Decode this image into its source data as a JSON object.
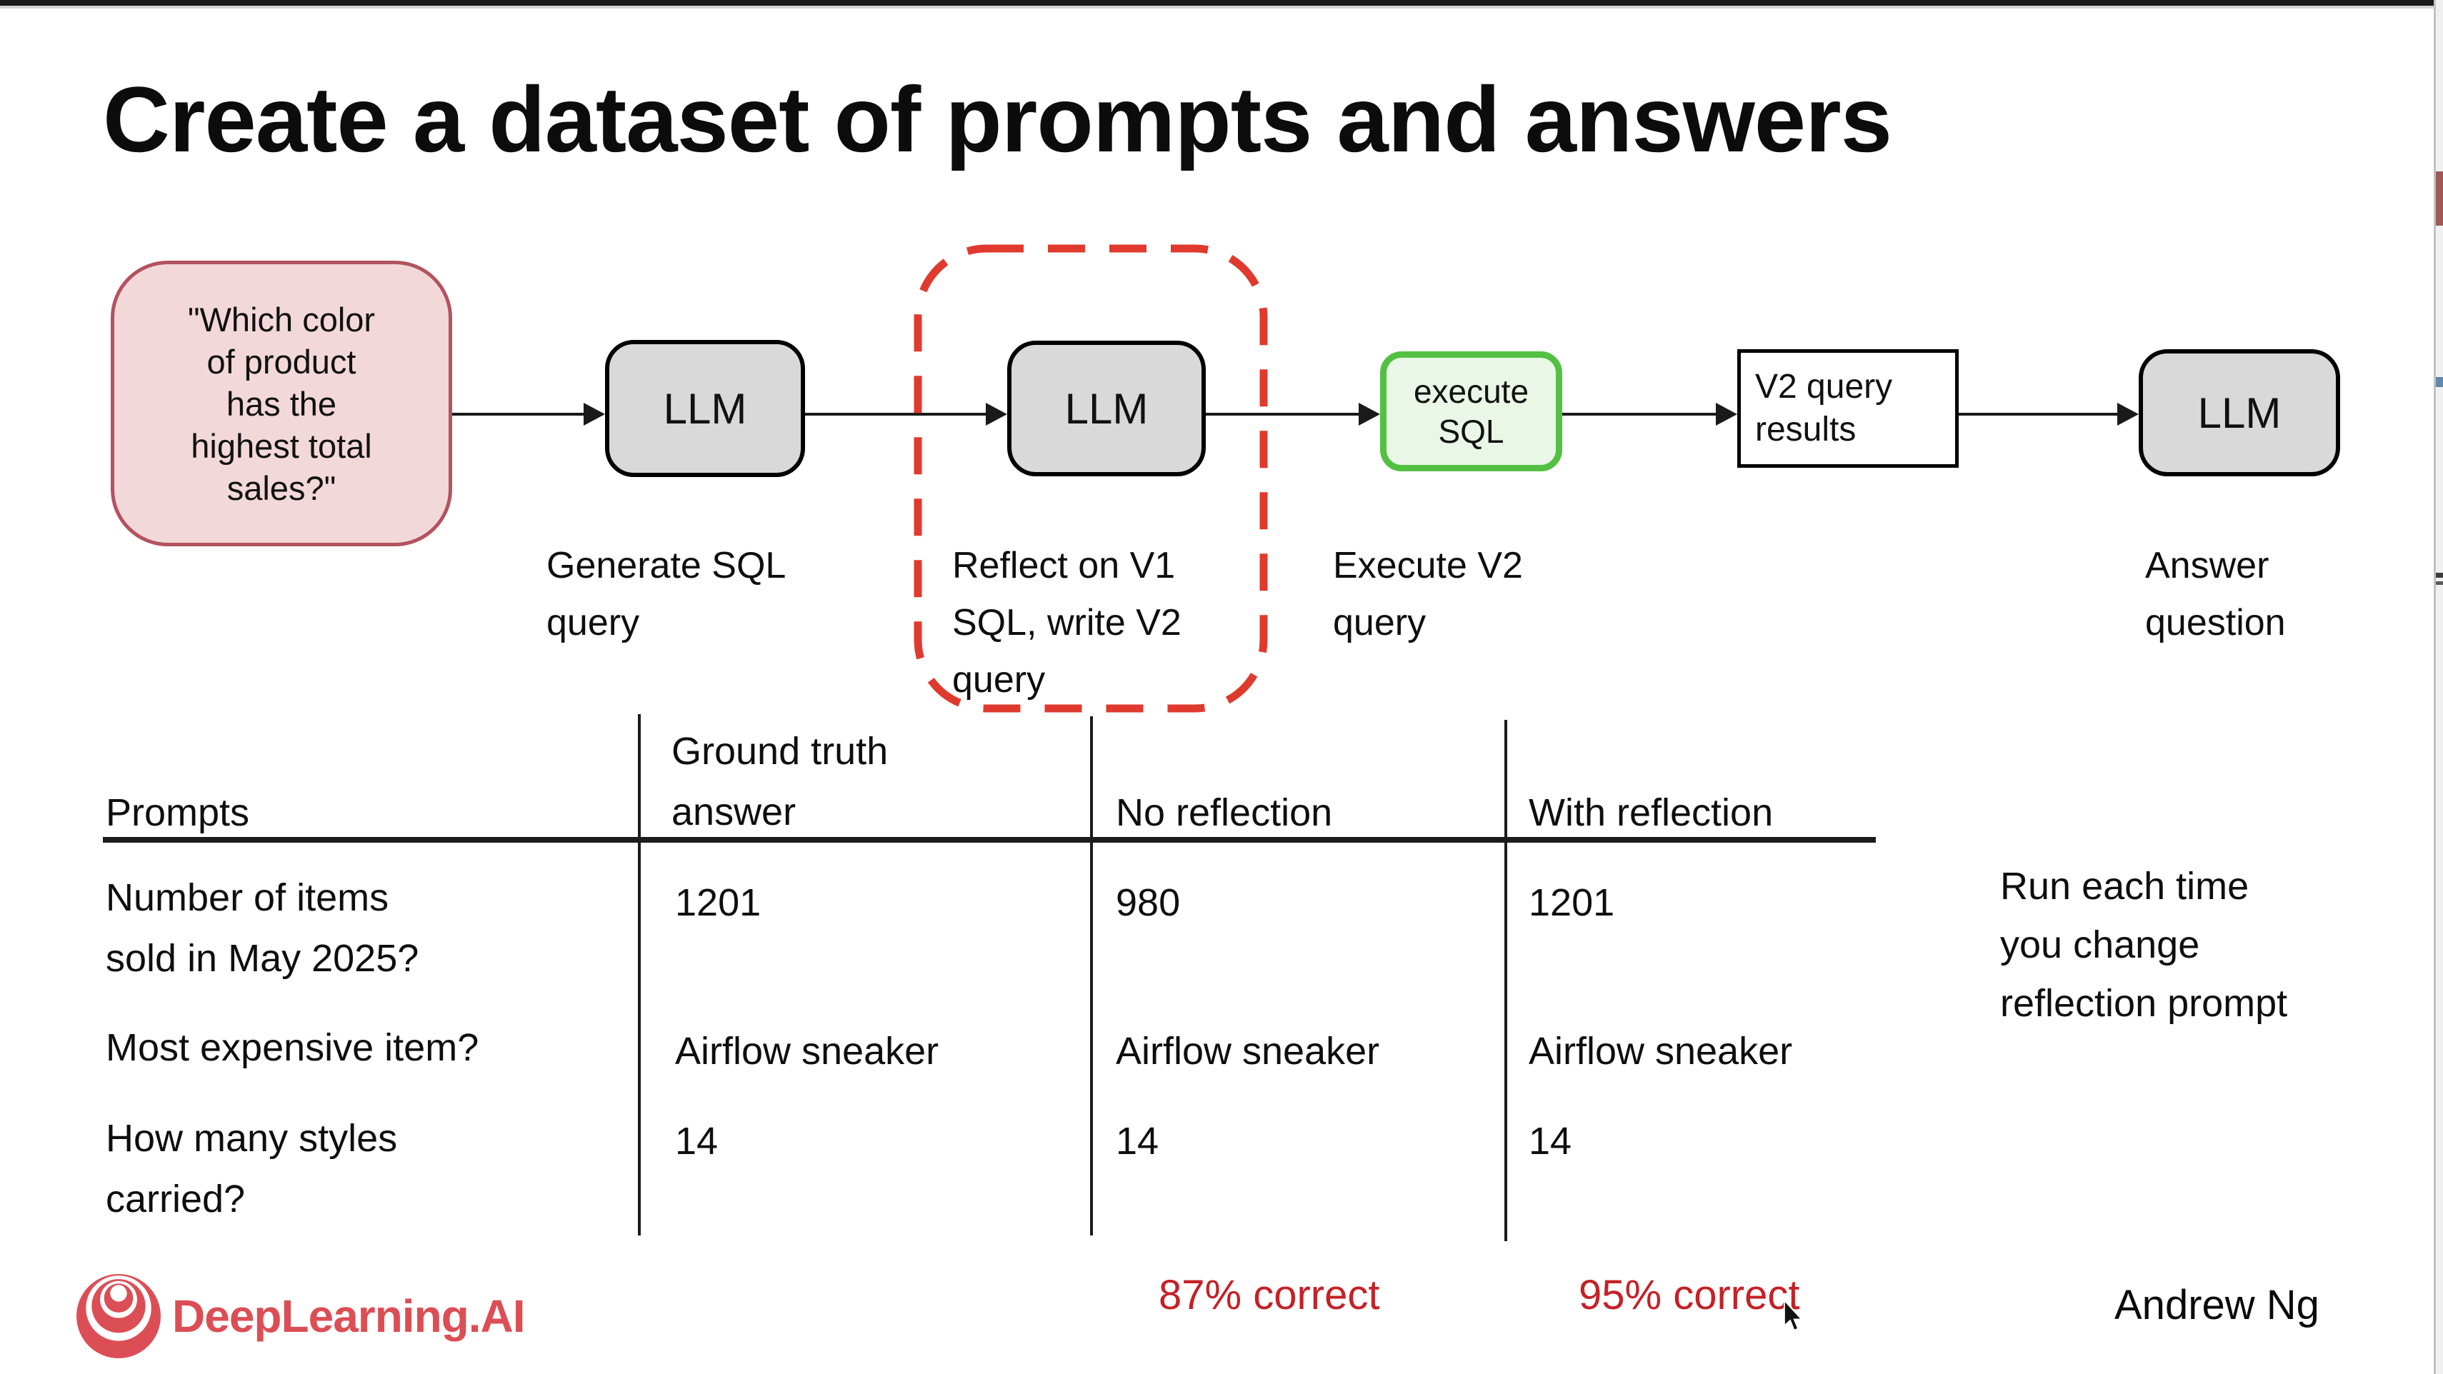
{
  "slide": {
    "title": "Create a dataset of prompts and answers",
    "author": "Andrew Ng",
    "brand": "DeepLearning.AI"
  },
  "flow": {
    "input_prompt": "\"Which color\nof product\nhas the\nhighest total\nsales?\"",
    "llm1_label": "LLM",
    "llm2_label": "LLM",
    "llm3_label": "LLM",
    "execute_sql_label": "execute\nSQL",
    "v2_results_label": "V2 query\nresults",
    "step_generate": "Generate SQL\nquery",
    "step_reflect": "Reflect on V1\nSQL, write V2\nquery",
    "step_execute": "Execute V2\nquery",
    "step_answer": "Answer\nquestion"
  },
  "table": {
    "col_headers": [
      "Prompts",
      "Ground truth\nanswer",
      "No reflection",
      "With reflection"
    ],
    "rows": [
      {
        "prompt": "Number of items\nsold in May 2025?",
        "ground_truth": "1201",
        "no_reflection": "980",
        "with_reflection": "1201"
      },
      {
        "prompt": "Most expensive item?",
        "ground_truth": "Airflow sneaker",
        "no_reflection": "Airflow sneaker",
        "with_reflection": "Airflow sneaker"
      },
      {
        "prompt": "How many styles\ncarried?",
        "ground_truth": "14",
        "no_reflection": "14",
        "with_reflection": "14"
      }
    ],
    "scores": {
      "no_reflection": "87% correct",
      "with_reflection": "95% correct"
    }
  },
  "side_note": "Run each time\nyou change\nreflection prompt",
  "colors": {
    "accent_red_text": "#c42127",
    "dashed_outline_red": "#e03a2e",
    "green_border": "#53c043",
    "green_fill": "#eaf7e6",
    "pink_fill": "#f3d8da",
    "pink_border": "#b2535f",
    "gray_node_fill": "#d9d9d9",
    "logo_red": "#dc4e55"
  }
}
